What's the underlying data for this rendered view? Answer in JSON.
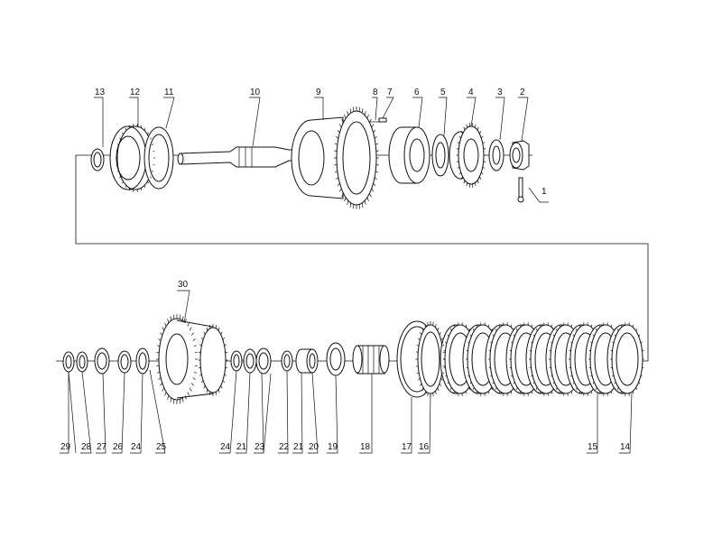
{
  "diagram": {
    "callouts": [
      {
        "id": "c1",
        "text": "1"
      },
      {
        "id": "c2",
        "text": "2"
      },
      {
        "id": "c3",
        "text": "3"
      },
      {
        "id": "c4",
        "text": "4"
      },
      {
        "id": "c5",
        "text": "5"
      },
      {
        "id": "c6",
        "text": "6"
      },
      {
        "id": "c7",
        "text": "7"
      },
      {
        "id": "c8",
        "text": "8"
      },
      {
        "id": "c9",
        "text": "9"
      },
      {
        "id": "c10",
        "text": "10"
      },
      {
        "id": "c11",
        "text": "11"
      },
      {
        "id": "c12",
        "text": "12"
      },
      {
        "id": "c13",
        "text": "13"
      },
      {
        "id": "c14",
        "text": "14"
      },
      {
        "id": "c15",
        "text": "15"
      },
      {
        "id": "c16",
        "text": "16"
      },
      {
        "id": "c17",
        "text": "17"
      },
      {
        "id": "c18",
        "text": "18"
      },
      {
        "id": "c19",
        "text": "19"
      },
      {
        "id": "c20",
        "text": "20"
      },
      {
        "id": "c21a",
        "text": "21"
      },
      {
        "id": "c21b",
        "text": "21"
      },
      {
        "id": "c22",
        "text": "22"
      },
      {
        "id": "c23",
        "text": "23"
      },
      {
        "id": "c24a",
        "text": "24"
      },
      {
        "id": "c24b",
        "text": "24"
      },
      {
        "id": "c25",
        "text": "25"
      },
      {
        "id": "c26",
        "text": "26"
      },
      {
        "id": "c27",
        "text": "27"
      },
      {
        "id": "c28",
        "text": "28"
      },
      {
        "id": "c29",
        "text": "29"
      },
      {
        "id": "c30",
        "text": "30"
      }
    ]
  }
}
